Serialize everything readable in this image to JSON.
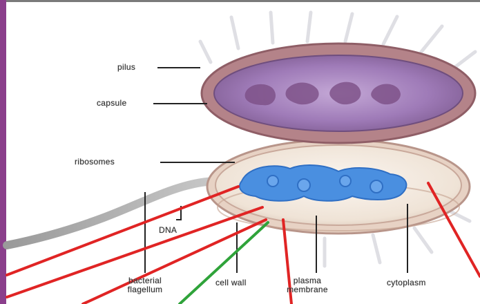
{
  "colors": {
    "frame": "#8b3f8c",
    "capsule_outer": "#b8858e",
    "capsule_inner": "#8f6aa5",
    "dna": "#4a8fe0",
    "pointer_red": "#e02424",
    "pointer_green": "#2fa33a"
  },
  "labels": {
    "pilus": "pilus",
    "capsule": "capsule",
    "ribosomes": "ribosomes",
    "dna": "DNA",
    "flagellum": "bacterial flagellum",
    "cell_wall": "cell wall",
    "plasma_membrane": "plasma membrane",
    "cytoplasm": "cytoplasm"
  }
}
